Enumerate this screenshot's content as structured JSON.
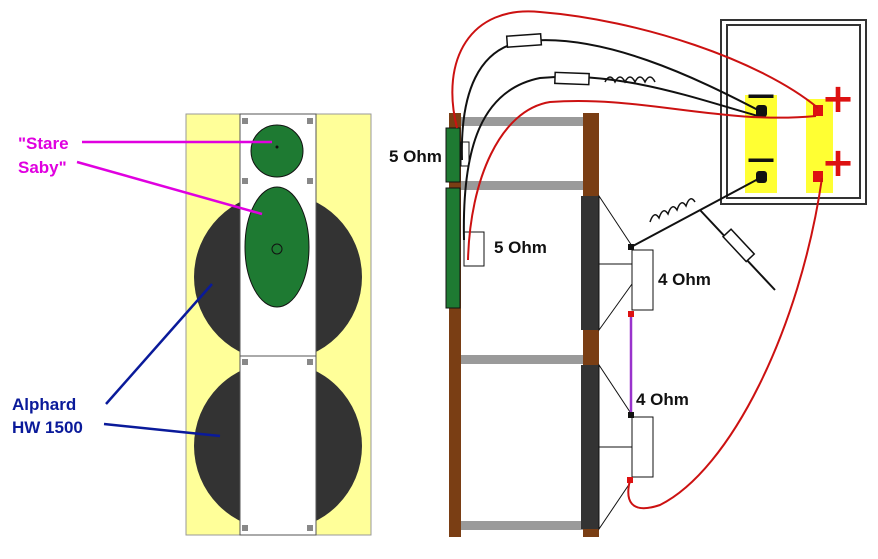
{
  "labels": {
    "tweeter_line1": "\"Stare",
    "tweeter_line2": "Saby\"",
    "woofer_line1": "Alphard",
    "woofer_line2": "HW 1500",
    "resistor_top": "5 Ohm",
    "resistor_bottom": "5 Ohm",
    "woofer_upper": "4 Ohm",
    "woofer_lower": "4 Ohm"
  },
  "terminal_symbols": {
    "minus": "—",
    "plus": "+"
  },
  "colors": {
    "cabinet_face": "#ffff99",
    "tweeter_green": "#1e7a32",
    "woofer_dark": "#333333",
    "wood_brown": "#7a3e14",
    "brace_gray": "#9a9a9a",
    "terminal_yellow": "#ffff33",
    "wire_red": "#cc1111",
    "wire_black": "#111111",
    "wire_purple": "#9933cc",
    "label_pink": "#e000e0",
    "label_blue": "#0a1a9a"
  }
}
